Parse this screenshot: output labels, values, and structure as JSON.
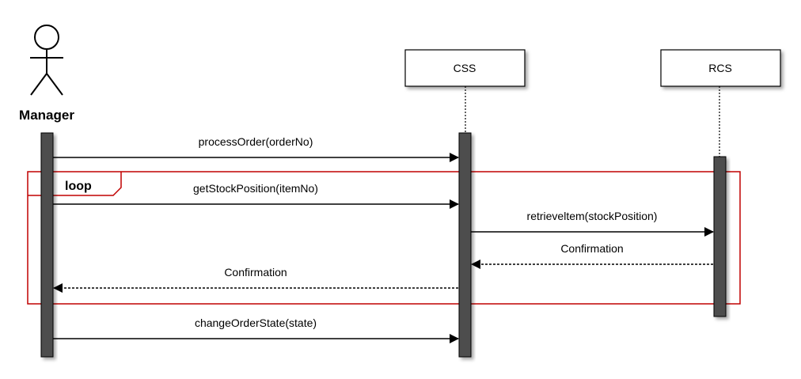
{
  "actor": {
    "name": "Manager"
  },
  "lifelines": [
    {
      "id": "css",
      "name": "CSS"
    },
    {
      "id": "rcs",
      "name": "RCS"
    }
  ],
  "fragment": {
    "operator": "loop"
  },
  "messages": [
    {
      "id": "m1",
      "label": "processOrder(orderNo)",
      "from": "Manager",
      "to": "CSS",
      "style": "sync"
    },
    {
      "id": "m2",
      "label": "getStockPosition(itemNo)",
      "from": "Manager",
      "to": "CSS",
      "style": "sync"
    },
    {
      "id": "m3",
      "label": "retrieveltem(stockPosition)",
      "from": "CSS",
      "to": "RCS",
      "style": "sync"
    },
    {
      "id": "m4",
      "label": "Confirmation",
      "from": "RCS",
      "to": "CSS",
      "style": "return"
    },
    {
      "id": "m5",
      "label": "Confirmation",
      "from": "CSS",
      "to": "Manager",
      "style": "return"
    },
    {
      "id": "m6",
      "label": "changeOrderState(state)",
      "from": "Manager",
      "to": "CSS",
      "style": "sync"
    }
  ],
  "colors": {
    "activation": "#4d4d4d",
    "frame": "#c00000",
    "line": "#000000"
  }
}
